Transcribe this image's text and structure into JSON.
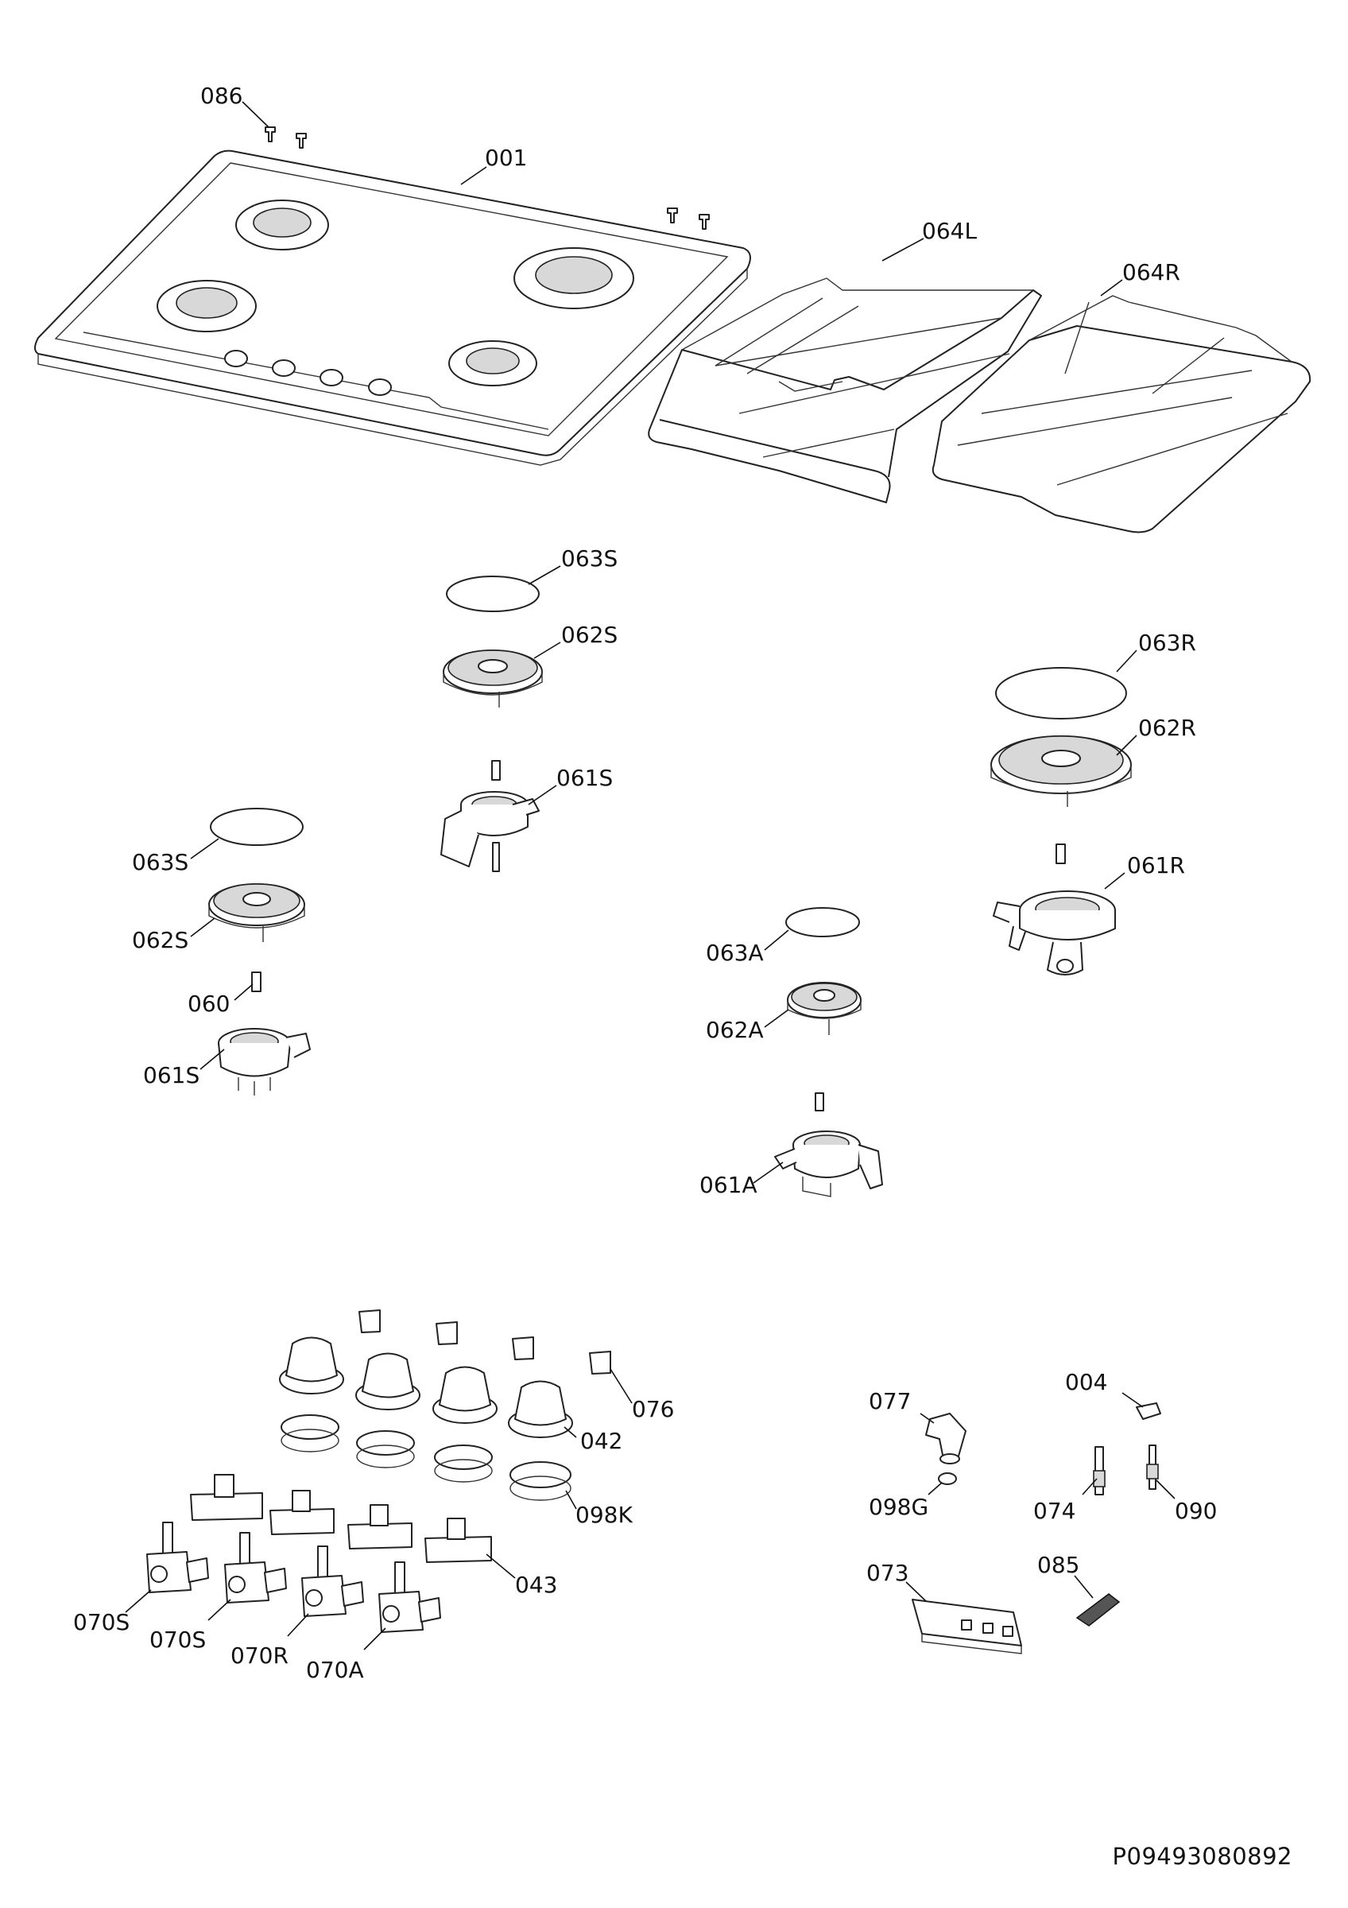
{
  "labels": {
    "l086": "086",
    "l001": "001",
    "l064L": "064L",
    "l064R": "064R",
    "l063S_top": "063S",
    "l062S_top": "062S",
    "l061S_top": "061S",
    "l063R": "063R",
    "l062R": "062R",
    "l061R": "061R",
    "l063S_left": "063S",
    "l062S_left": "062S",
    "l060": "060",
    "l061S_left": "061S",
    "l063A": "063A",
    "l062A": "062A",
    "l061A": "061A",
    "l076": "076",
    "l042": "042",
    "l098K": "098K",
    "l043": "043",
    "l070S_a": "070S",
    "l070S_b": "070S",
    "l070R": "070R",
    "l070A": "070A",
    "l077": "077",
    "l098G": "098G",
    "l004": "004",
    "l074": "074",
    "l090": "090",
    "l073": "073",
    "l085": "085"
  },
  "document_number": "P09493080892"
}
